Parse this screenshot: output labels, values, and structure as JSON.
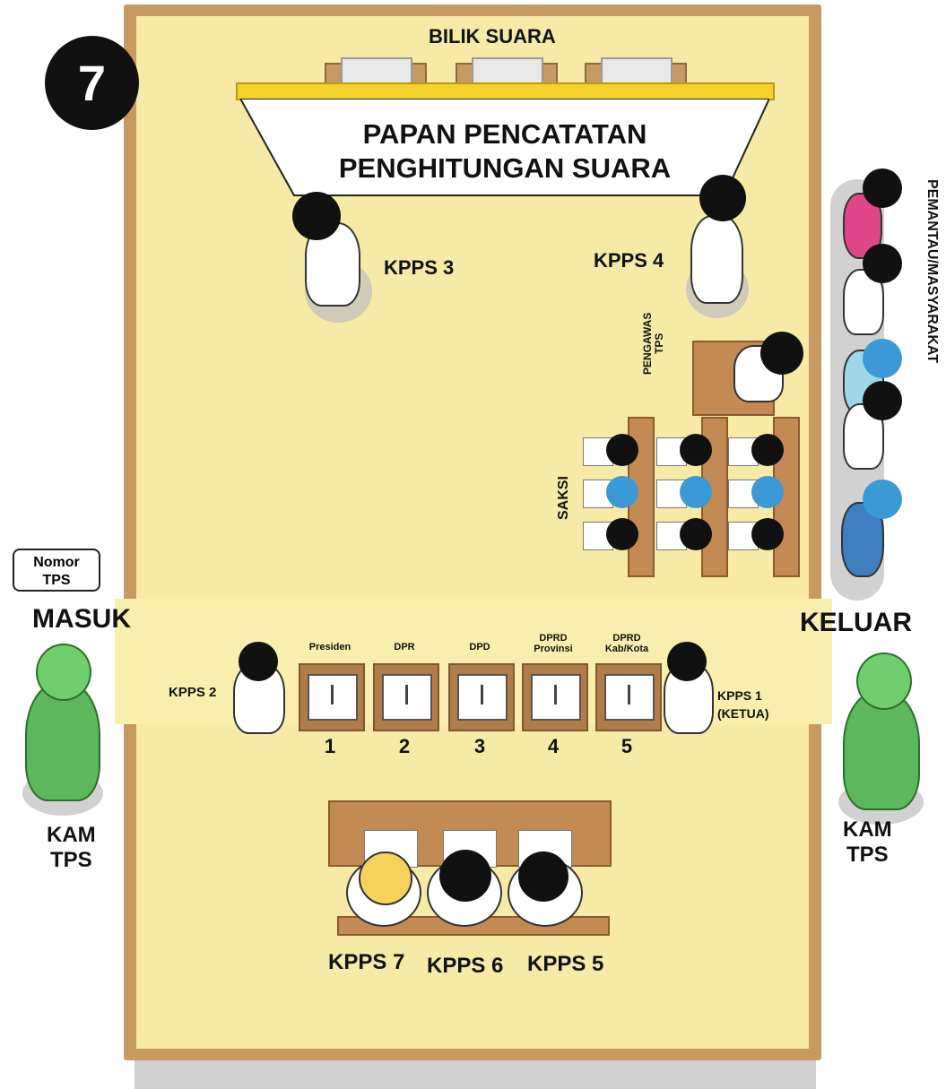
{
  "step_number": "7",
  "labels": {
    "bilik_suara": "BILIK SUARA",
    "board_line1": "PAPAN PENCATATAN",
    "board_line2": "PENGHITUNGAN SUARA",
    "kpps3": "KPPS 3",
    "kpps4": "KPPS 4",
    "pengawas_line1": "PENGAWAS",
    "pengawas_line2": "TPS",
    "saksi": "SAKSI",
    "pemantau": "PEMANTAU/MASYARAKAT",
    "nomor_tps_line1": "Nomor",
    "nomor_tps_line2": "TPS",
    "masuk": "MASUK",
    "keluar": "KELUAR",
    "kpps2": "KPPS 2",
    "kpps1_line1": "KPPS 1",
    "kpps1_line2": "(KETUA)",
    "kam_left_line1": "KAM",
    "kam_left_line2": "TPS",
    "kam_right_line1": "KAM",
    "kam_right_line2": "TPS",
    "kpps7": "KPPS 7",
    "kpps6": "KPPS 6",
    "kpps5": "KPPS 5"
  },
  "ballot_boxes": [
    {
      "label_line1": "Presiden",
      "label_line2": "",
      "number": "1"
    },
    {
      "label_line1": "DPR",
      "label_line2": "",
      "number": "2"
    },
    {
      "label_line1": "DPD",
      "label_line2": "",
      "number": "3"
    },
    {
      "label_line1": "DPRD",
      "label_line2": "Provinsi",
      "number": "4"
    },
    {
      "label_line1": "DPRD",
      "label_line2": "Kab/Kota",
      "number": "5"
    }
  ],
  "colors": {
    "floor": "#f7eaa6",
    "wall": "#c79a64",
    "accent_yellow": "#f5d22a",
    "guard_green": "#5cb85c"
  }
}
